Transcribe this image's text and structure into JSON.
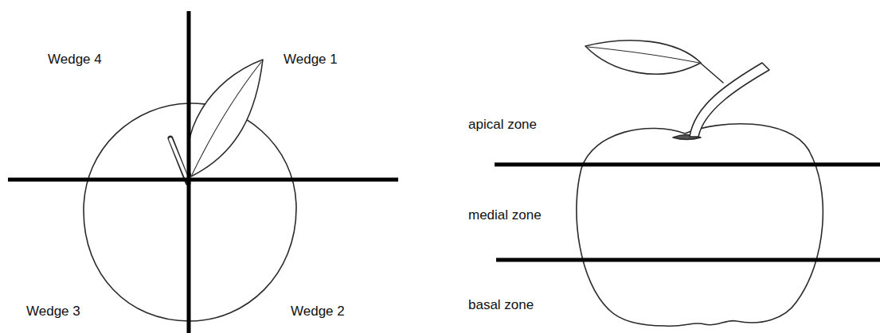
{
  "diagram": {
    "labels": [
      "Wedge 4",
      "Wedge 1",
      "Wedge 3",
      "Wedge 2",
      "apical zone",
      "medial zone",
      "basal zone"
    ]
  }
}
